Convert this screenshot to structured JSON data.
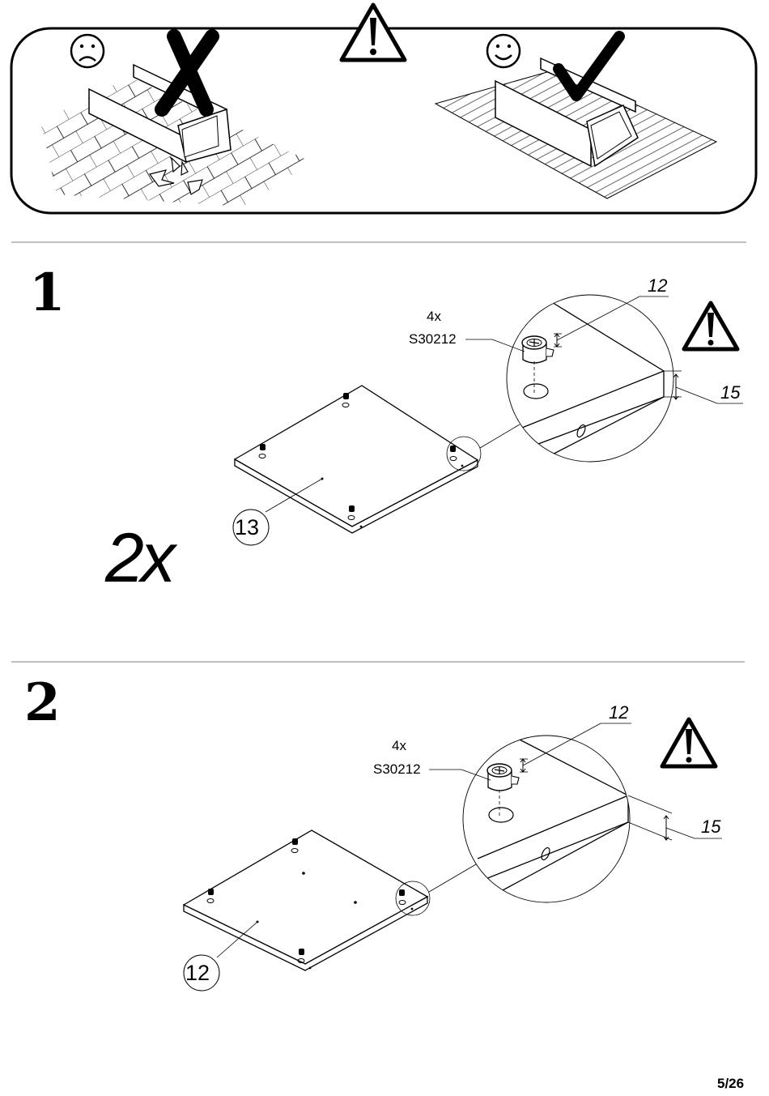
{
  "warning": {
    "bad_label": "do-not-assemble-on-hard-floor",
    "good_label": "assemble-on-soft-surface"
  },
  "steps": [
    {
      "number": "1",
      "multiplier": "2x",
      "fitting": {
        "quantity": "4x",
        "code": "S30212"
      },
      "depth_dim": "12",
      "edge_dim": "15",
      "panel_part": "13"
    },
    {
      "number": "2",
      "fitting": {
        "quantity": "4x",
        "code": "S30212"
      },
      "depth_dim": "12",
      "edge_dim": "15",
      "panel_part": "12"
    }
  ],
  "page_number": "5/26"
}
